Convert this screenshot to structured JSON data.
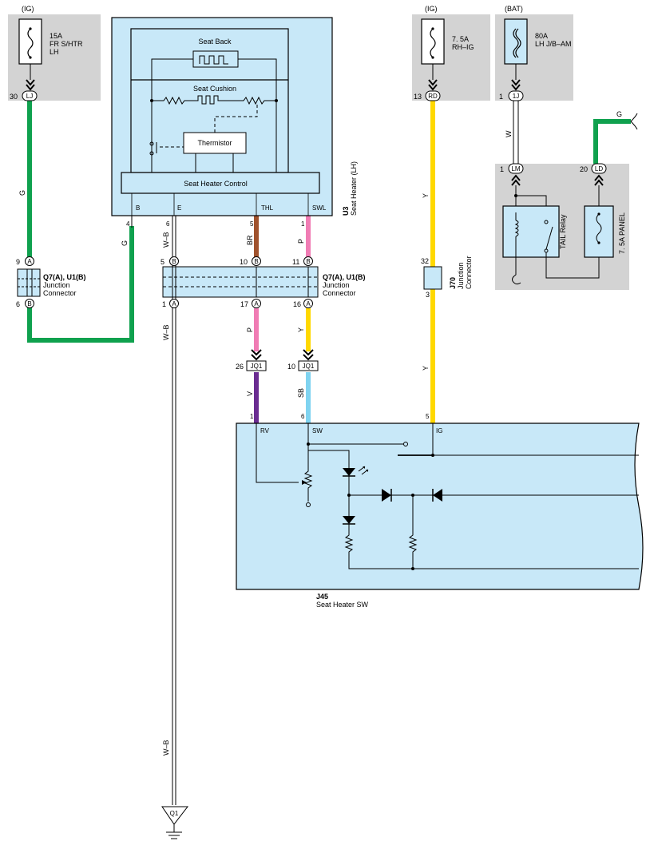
{
  "fuse_lh": {
    "label": "(IG)",
    "amp": "15A",
    "line1": "FR S/HTR",
    "line2": "LH",
    "pin": "30",
    "conn": "LJ"
  },
  "fuse_rh": {
    "label": "(IG)",
    "amp": "7. 5A",
    "line1": "RH–IG",
    "pin": "13",
    "conn": "RD"
  },
  "fuse_bat": {
    "label": "(BAT)",
    "amp": "80A",
    "line1": "LH J/B–AM",
    "pin": "1",
    "conn": "1J"
  },
  "seat_heater": {
    "id": "U3",
    "name": "Seat Heater (LH)",
    "seat_back": "Seat Back",
    "seat_cushion": "Seat Cushion",
    "thermistor": "Thermistor",
    "control": "Seat Heater Control",
    "pins": [
      {
        "num": "4",
        "name": "B"
      },
      {
        "num": "6",
        "name": "E"
      },
      {
        "num": "5",
        "name": "THL"
      },
      {
        "num": "1",
        "name": "SWL"
      }
    ]
  },
  "junction_left": {
    "id": "Q7(A), U1(B)",
    "line1": "Junction",
    "line2": "Connector",
    "top_pin": "9",
    "top_conn": "A",
    "bot_pin": "6",
    "bot_conn": "B"
  },
  "junction_mid": {
    "id": "Q7(A), U1(B)",
    "line1": "Junction",
    "line2": "Connector",
    "top": [
      {
        "pin": "5",
        "conn": "B"
      },
      {
        "pin": "10",
        "conn": "B"
      },
      {
        "pin": "11",
        "conn": "B"
      }
    ],
    "bot": [
      {
        "pin": "1",
        "conn": "A"
      },
      {
        "pin": "17",
        "conn": "A"
      },
      {
        "pin": "16",
        "conn": "A"
      }
    ]
  },
  "j70": {
    "id": "J70",
    "line1": "Junction",
    "line2": "Connector",
    "top_pin": "32",
    "bot_pin": "3"
  },
  "jq1": [
    {
      "pin": "26",
      "conn": "JQ1"
    },
    {
      "pin": "10",
      "conn": "JQ1"
    }
  ],
  "panel": {
    "lm_pin": "1",
    "lm_conn": "LM",
    "ld_pin": "20",
    "ld_conn": "LD",
    "relay": "TAIL Relay",
    "fuse": "7. 5A PANEL"
  },
  "switch": {
    "id": "J45",
    "name": "Seat Heater SW",
    "pins": [
      {
        "num": "1",
        "name": "RV"
      },
      {
        "num": "6",
        "name": "SW"
      },
      {
        "num": "5",
        "name": "IG"
      }
    ]
  },
  "wires": {
    "g1": "G",
    "g2": "G",
    "wb1": "W–B",
    "wb2": "W–B",
    "wb3": "W–B",
    "br": "BR",
    "p1": "P",
    "p2": "P",
    "y1": "Y",
    "y2": "Y",
    "y3": "Y",
    "v": "V",
    "sb": "SB",
    "w": "W",
    "g3": "G"
  },
  "ground": "Q1",
  "colors": {
    "G": "#0fa14e",
    "Y": "#ffd800",
    "P": "#f07cb4",
    "BR": "#a0522d",
    "V": "#6a2c91",
    "SB": "#7fd3f0",
    "panel_bg": "#c8e8f8",
    "gray": "#d3d3d3"
  }
}
